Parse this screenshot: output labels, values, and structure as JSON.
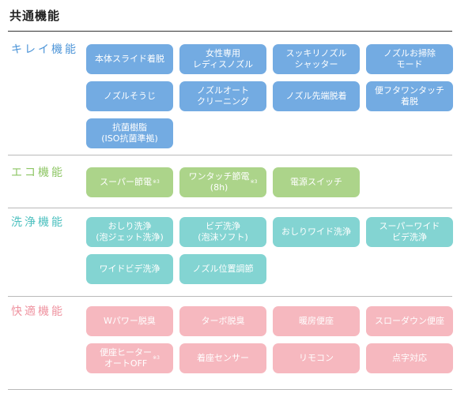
{
  "page": {
    "title": "共通機能"
  },
  "colors": {
    "kirei": "#73abe2",
    "eco": "#acd48a",
    "senjo": "#83d4d2",
    "kaiteki": "#f6b8bf",
    "kirei_label": "#4d95d8",
    "eco_label": "#8ec665",
    "senjo_label": "#4cc0bf",
    "kaiteki_label": "#ef93a0"
  },
  "sections": [
    {
      "label": "キレイ機能",
      "color": "#73abe2",
      "items": [
        {
          "text": "本体スライド着脱",
          "note": ""
        },
        {
          "text": "女性専用\nレディスノズル",
          "note": ""
        },
        {
          "text": "スッキリノズル\nシャッター",
          "note": ""
        },
        {
          "text": "ノズルお掃除\nモード",
          "note": ""
        },
        {
          "text": "ノズルそうじ",
          "note": ""
        },
        {
          "text": "ノズルオート\nクリーニング",
          "note": ""
        },
        {
          "text": "ノズル先端脱着",
          "note": ""
        },
        {
          "text": "便フタワンタッチ\n着脱",
          "note": ""
        },
        {
          "text": "抗菌樹脂\n(ISO抗菌準拠)",
          "note": ""
        }
      ]
    },
    {
      "label": "エコ機能",
      "color": "#acd48a",
      "items": [
        {
          "text": "スーパー節電",
          "note": "※3"
        },
        {
          "text": "ワンタッチ節電\n(8h)",
          "note": "※3"
        },
        {
          "text": "電源スイッチ",
          "note": ""
        }
      ]
    },
    {
      "label": "洗浄機能",
      "color": "#83d4d2",
      "items": [
        {
          "text": "おしり洗浄\n(泡ジェット洗浄)",
          "note": ""
        },
        {
          "text": "ビデ洗浄\n(泡沫ソフト)",
          "note": ""
        },
        {
          "text": "おしりワイド洗浄",
          "note": ""
        },
        {
          "text": "スーパーワイド\nビデ洗浄",
          "note": ""
        },
        {
          "text": "ワイドビデ洗浄",
          "note": ""
        },
        {
          "text": "ノズル位置調節",
          "note": ""
        }
      ]
    },
    {
      "label": "快適機能",
      "color": "#f6b8bf",
      "items": [
        {
          "text": "Wパワー脱臭",
          "note": ""
        },
        {
          "text": "ターボ脱臭",
          "note": ""
        },
        {
          "text": "暖房便座",
          "note": ""
        },
        {
          "text": "スローダウン便座",
          "note": ""
        },
        {
          "text": "便座ヒーター\nオートOFF",
          "note": "※3"
        },
        {
          "text": "着座センサー",
          "note": ""
        },
        {
          "text": "リモコン",
          "note": ""
        },
        {
          "text": "点字対応",
          "note": ""
        }
      ]
    }
  ]
}
